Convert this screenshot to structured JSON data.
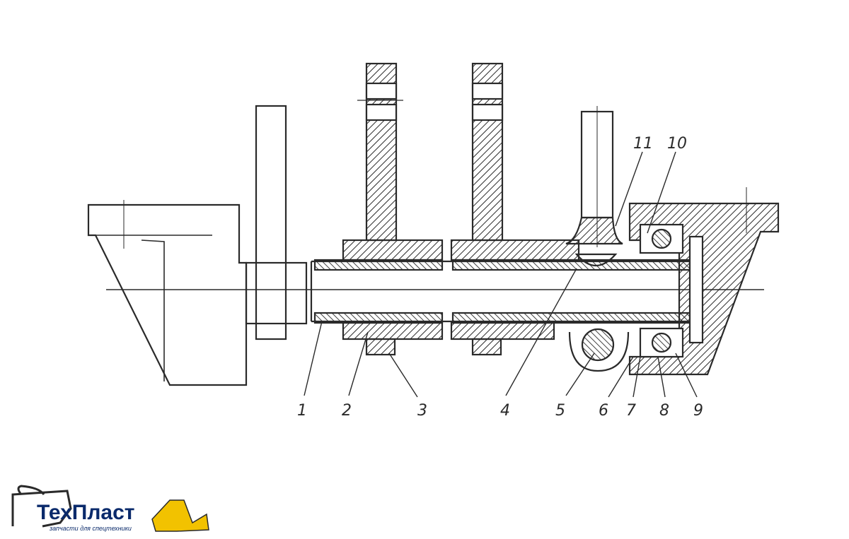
{
  "callouts": [
    {
      "id": "1",
      "text": "1"
    },
    {
      "id": "2",
      "text": "2"
    },
    {
      "id": "3",
      "text": "3"
    },
    {
      "id": "4",
      "text": "4"
    },
    {
      "id": "5",
      "text": "5"
    },
    {
      "id": "6",
      "text": "6"
    },
    {
      "id": "7",
      "text": "7"
    },
    {
      "id": "8",
      "text": "8"
    },
    {
      "id": "9",
      "text": "9"
    },
    {
      "id": "10",
      "text": "10"
    },
    {
      "id": "11",
      "text": "11"
    }
  ],
  "logo": {
    "name": "ТехПласт",
    "tagline": "запчасти для спецтехники",
    "colors": {
      "text": "#0a2a6b",
      "accent": "#f2c200"
    }
  },
  "colors": {
    "ink": "#2a2a2a",
    "paper": "#ffffff"
  }
}
